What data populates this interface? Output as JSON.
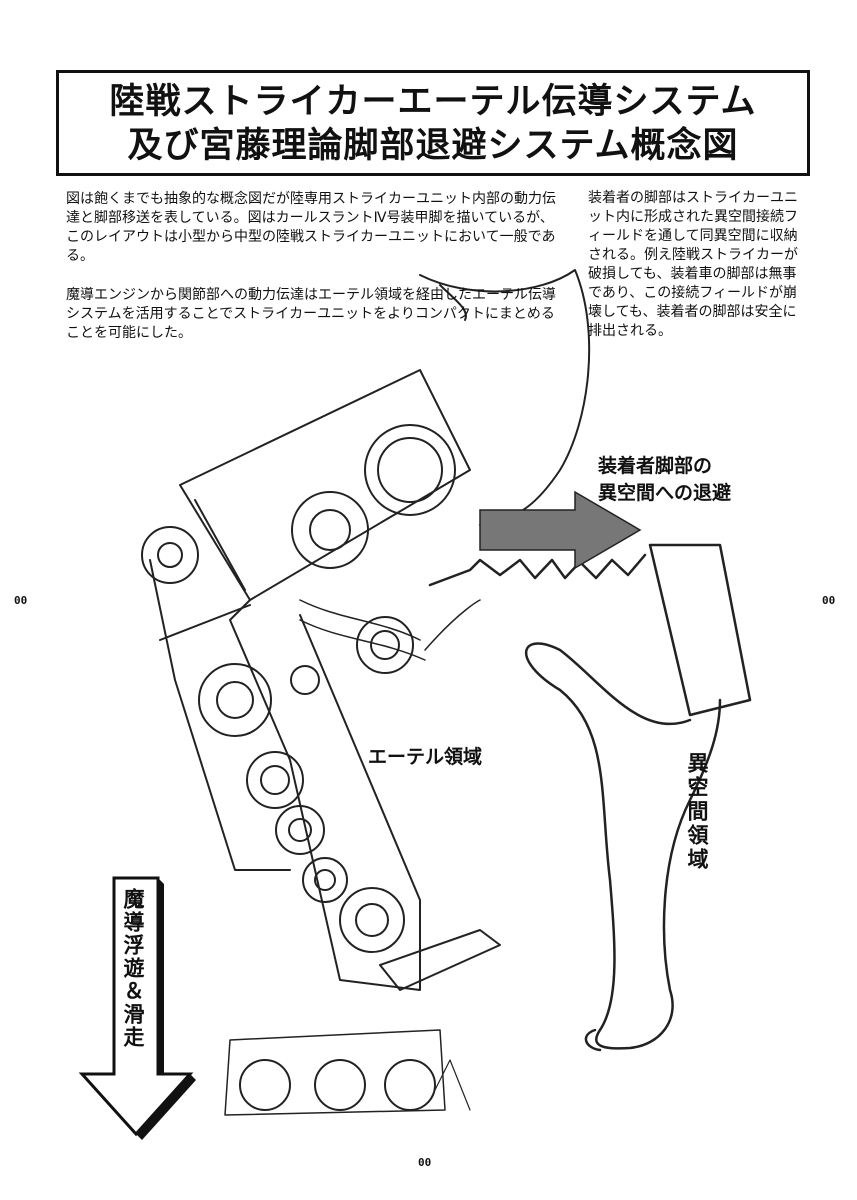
{
  "title": {
    "line1": "陸戦ストライカーエーテル伝導システム",
    "line2": "及び宮藤理論脚部退避システム概念図"
  },
  "paragraphs": {
    "p1": "図は飽くまでも抽象的な概念図だが陸専用ストライカーユニット内部の動力伝達と脚部移送を表している。図はカールスラントⅣ号装甲脚を描いているが、このレイアウトは小型から中型の陸戦ストライカーユニットにおいて一般である。",
    "p2": "魔導エンジンから関節部への動力伝達はエーテル領域を経由したエーテル伝導システムを活用することでストライカーユニットをよりコンパクトにまとめることを可能にした。",
    "p3": "装着者の脚部はストライカーユニット内に形成された異空間接続フィールドを通して同異空間に収納される。例え陸戦ストライカーが破損しても、装着車の脚部は無事であり、この接続フィールドが崩壊しても、装着者の脚部は安全に排出される。"
  },
  "labels": {
    "retreat": "装着者脚部の\n異空間への退避",
    "aether_region": "エーテル領域",
    "otherspace_region": "異空間領域",
    "hover_glide": "魔導浮遊＆滑走"
  },
  "page_numbers": {
    "left": "00",
    "right": "00",
    "bottom": "00"
  },
  "colors": {
    "ink": "#111111",
    "arrow_fill": "#777777",
    "paper": "#ffffff"
  },
  "icons": {
    "retreat_arrow": "right-arrow-icon",
    "hover_arrow": "down-arrow-icon"
  }
}
